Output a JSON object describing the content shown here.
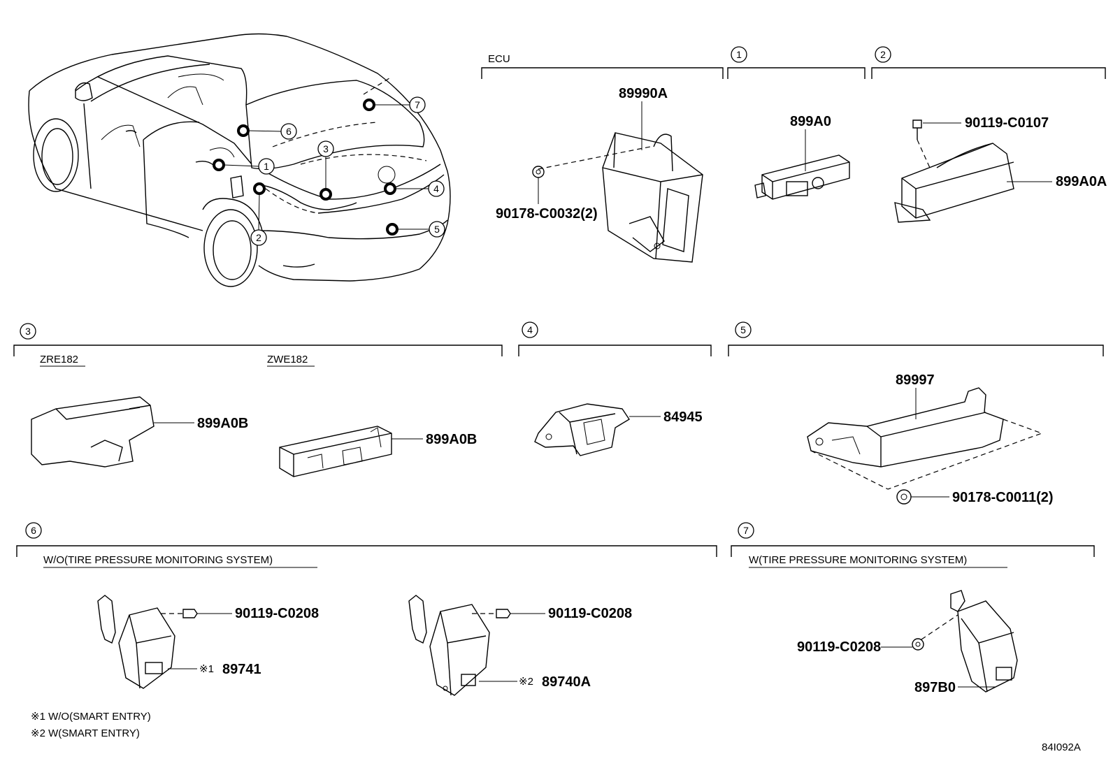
{
  "diagram_id": "84I092A",
  "ecu_section": {
    "label": "ECU",
    "part_main": "89990A",
    "part_nut": "90178-C0032(2)"
  },
  "section_1": {
    "number": "1",
    "part": "899A0"
  },
  "section_2": {
    "number": "2",
    "part_bolt": "90119-C0107",
    "part_main": "899A0A"
  },
  "section_3": {
    "number": "3",
    "variant_a": "ZRE182",
    "variant_b": "ZWE182",
    "part_a": "899A0B",
    "part_b": "899A0B"
  },
  "section_4": {
    "number": "4",
    "part": "84945"
  },
  "section_5": {
    "number": "5",
    "part_main": "89997",
    "part_nut": "90178-C0011(2)"
  },
  "section_6": {
    "number": "6",
    "heading": "W/O(TIRE PRESSURE MONITORING SYSTEM)",
    "bolt_a": "90119-C0208",
    "mark_a": "※1",
    "part_a": "89741",
    "bolt_b": "90119-C0208",
    "mark_b": "※2",
    "part_b": "89740A"
  },
  "section_7": {
    "number": "7",
    "heading": "W(TIRE PRESSURE MONITORING SYSTEM)",
    "bolt": "90119-C0208",
    "part": "897B0"
  },
  "callouts": [
    "1",
    "2",
    "3",
    "4",
    "5",
    "6",
    "7"
  ],
  "footnotes": {
    "note1": "※1 W/O(SMART ENTRY)",
    "note2": "※2 W(SMART ENTRY)"
  }
}
